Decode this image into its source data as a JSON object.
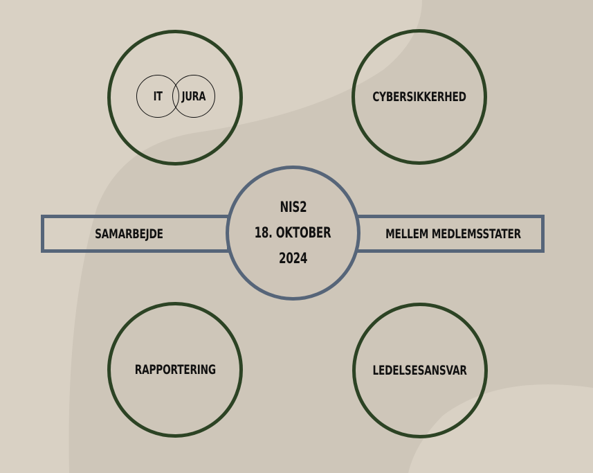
{
  "center": {
    "line1": "NIS2",
    "line2": "18. OKTOBER",
    "line3": "2024"
  },
  "nodes": {
    "top_left_venn": {
      "left": "IT",
      "right": "JURA"
    },
    "top_right": "CYBERSIKKERHED",
    "bottom_left": "RAPPORTERING",
    "bottom_right": "LEDELSESANSVAR"
  },
  "side_boxes": {
    "left": "SAMARBEJDE",
    "right": "MELLEM MEDLEMSSTATER"
  },
  "colors": {
    "background": "#d9d1c4",
    "background_shape": "#cec6b9",
    "circle_border": "#2c4324",
    "center_border": "#566579",
    "text": "#111111"
  }
}
